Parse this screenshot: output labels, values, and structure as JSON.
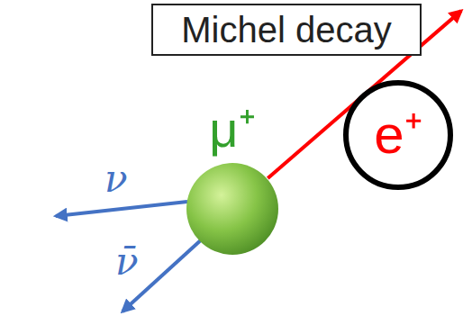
{
  "diagram": {
    "title": "Michel decay",
    "nodes": [
      {
        "text": [
          "μ⁺"
        ]
      },
      {
        "text": [
          "e⁺"
        ]
      }
    ],
    "edges": [
      {
        "from": 0,
        "to": 1,
        "arrow": "to"
      }
    ],
    "labels": [
      "ν",
      "ν̄"
    ]
  }
}
